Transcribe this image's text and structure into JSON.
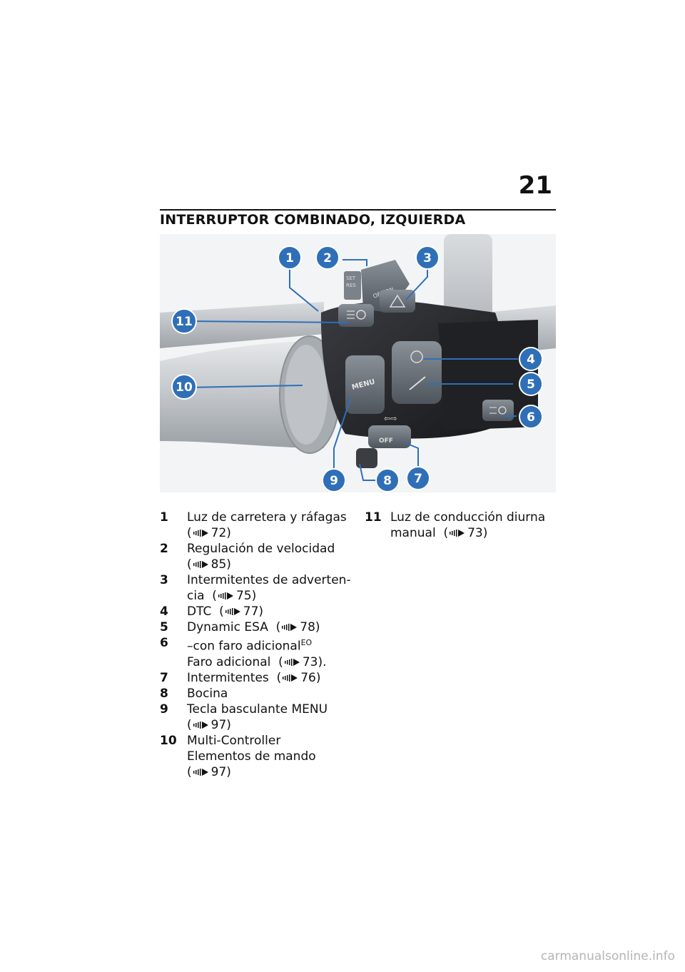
{
  "page": {
    "number": "21",
    "section_title": "INTERRUPTOR COMBINADO, IZQUIERDA"
  },
  "figure": {
    "callouts": [
      "1",
      "2",
      "3",
      "4",
      "5",
      "6",
      "7",
      "8",
      "9",
      "10",
      "11"
    ],
    "switch_labels": {
      "set_res": "SET\nRES",
      "off_on": "OFF/ON",
      "menu": "MENU",
      "off": "OFF"
    },
    "colors": {
      "callout": "#2f6fb8",
      "housing": "#2b2d31",
      "button": "#6d737b"
    }
  },
  "legend": {
    "left": [
      {
        "num": "1",
        "lines": [
          "Luz de carretera y ráfagas"
        ],
        "ref": "72",
        "ref_suffix": ")"
      },
      {
        "num": "2",
        "lines": [
          "Regulación de velocidad"
        ],
        "ref": "85",
        "ref_suffix": ")"
      },
      {
        "num": "3",
        "lines": [
          "Intermitentes de adverten-"
        ],
        "ref_prefix": "cia",
        "ref": "75",
        "ref_suffix": ")"
      },
      {
        "num": "4",
        "lines": [],
        "ref_prefix": "DTC",
        "ref": "77",
        "ref_suffix": ")"
      },
      {
        "num": "5",
        "lines": [],
        "ref_prefix": "Dynamic ESA",
        "ref": "78",
        "ref_suffix": ")"
      },
      {
        "num": "6",
        "lines": [
          "–con faro adicional"
        ],
        "sup": "EO",
        "ref_prefix": "Faro adicional",
        "ref": "73",
        "ref_suffix": ")."
      },
      {
        "num": "7",
        "lines": [],
        "ref_prefix": "Intermitentes",
        "ref": "76",
        "ref_suffix": ")"
      },
      {
        "num": "8",
        "lines": [
          "Bocina"
        ]
      },
      {
        "num": "9",
        "lines": [
          "Tecla basculante MENU"
        ],
        "ref": "97",
        "ref_suffix": ")"
      },
      {
        "num": "10",
        "lines": [
          "Multi-Controller",
          "Elementos de mando"
        ],
        "ref": "97",
        "ref_suffix": ")"
      }
    ],
    "right": [
      {
        "num": "11",
        "lines": [
          "Luz de conducción diurna"
        ],
        "ref_prefix": "manual",
        "ref": "73",
        "ref_suffix": ")"
      }
    ]
  },
  "watermark": "carmanualsonline.info"
}
